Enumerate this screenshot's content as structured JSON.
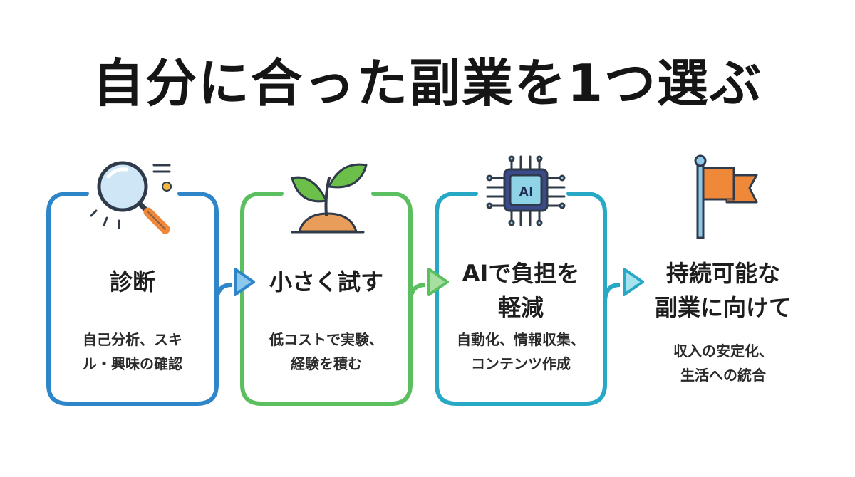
{
  "title": "自分に合った副業を1つ選ぶ",
  "steps": [
    {
      "title": "診断",
      "desc_lines": [
        "自己分析、スキ",
        "ル・興味の確認"
      ],
      "icon": "magnifier-icon",
      "color": "#2e86c8"
    },
    {
      "title": "小さく試す",
      "desc_lines": [
        "低コストで実験、",
        "経験を積む"
      ],
      "icon": "sprout-icon",
      "color": "#5cbf5f"
    },
    {
      "title_lines": [
        "AIで負担を",
        "軽減"
      ],
      "desc_lines": [
        "自動化、情報収集、",
        "コンテンツ作成"
      ],
      "icon": "ai-chip-icon",
      "color": "#27a9c6",
      "chip_label": "AI"
    },
    {
      "title_lines": [
        "持続可能な",
        "副業に向けて"
      ],
      "desc_lines": [
        "収入の安定化、",
        "生活への統合"
      ],
      "icon": "flag-icon",
      "color": "#f0883a"
    }
  ],
  "colors": {
    "blue": "#2e86c8",
    "green": "#5cbf5f",
    "teal": "#27a9c6",
    "orange": "#f0883a"
  }
}
